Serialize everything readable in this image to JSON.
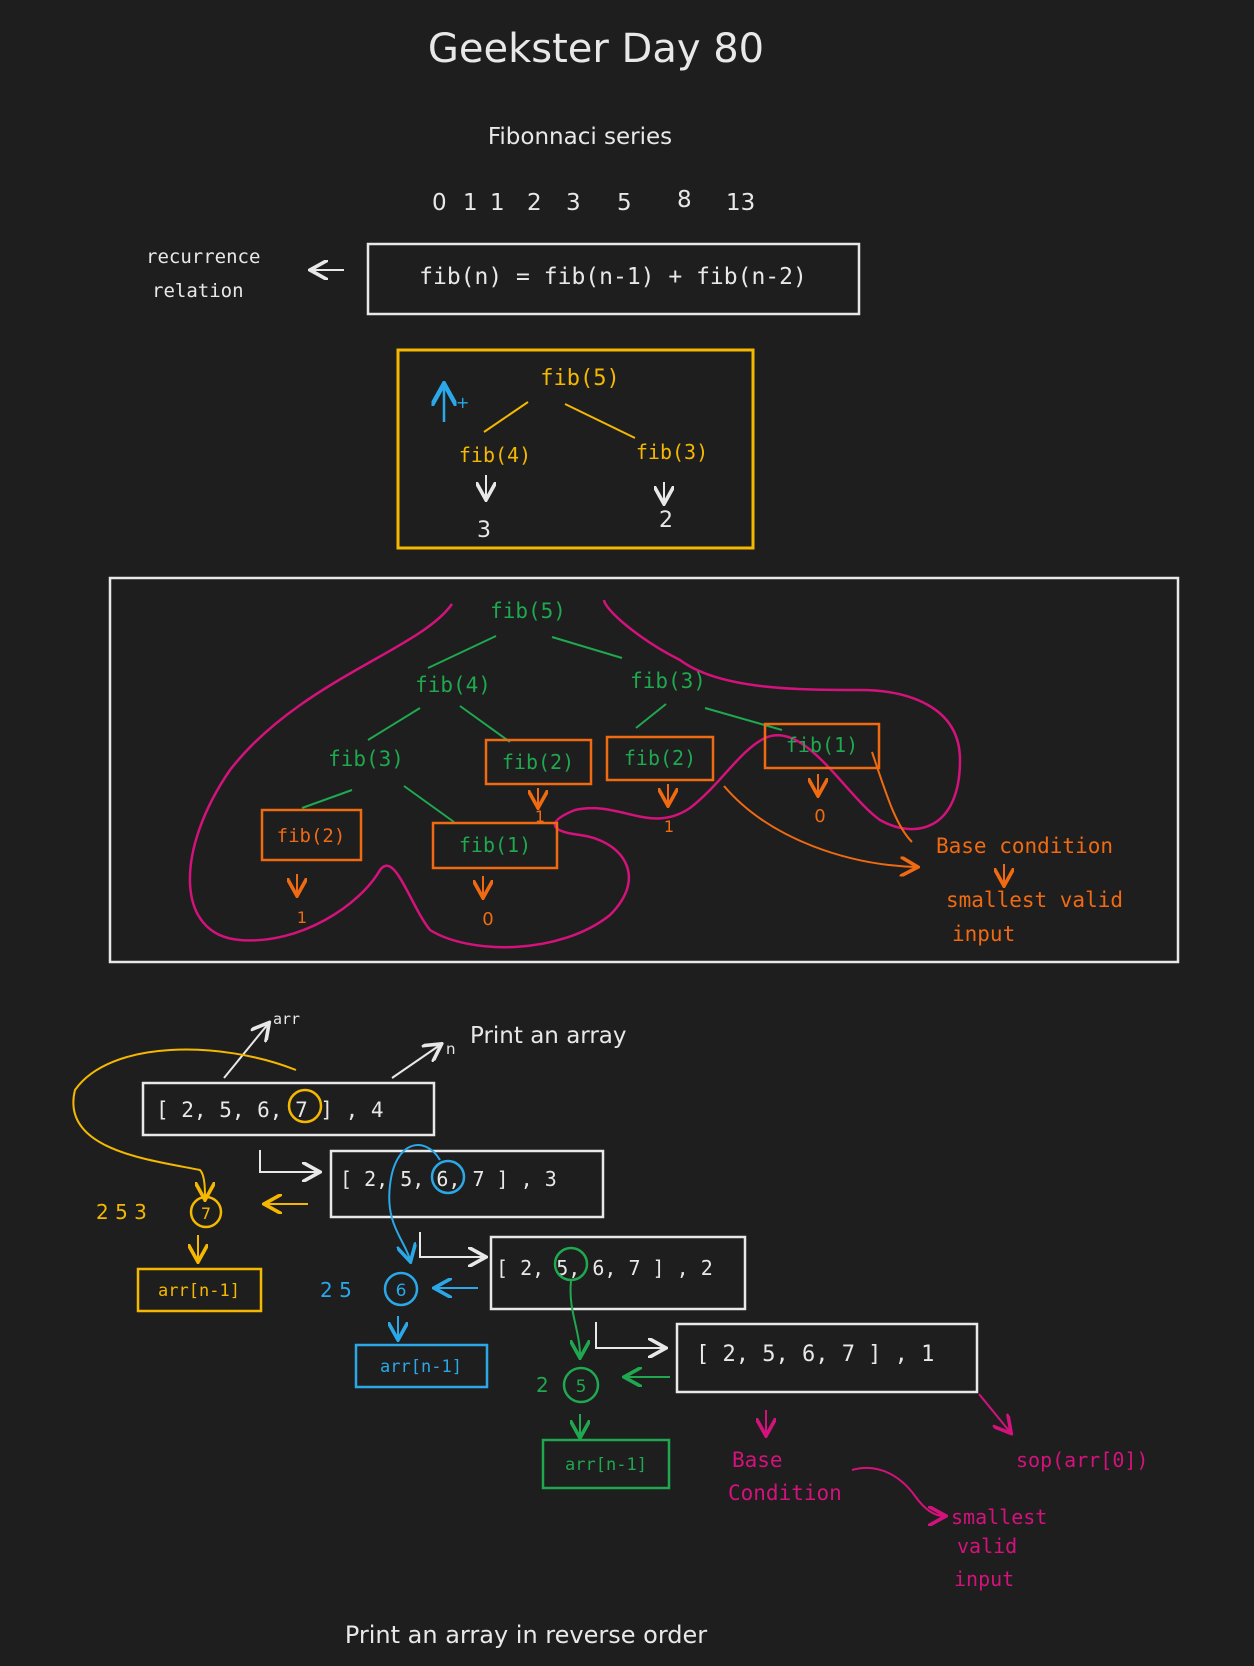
{
  "title": "Geekster Day 80",
  "fib_section": {
    "heading": "Fibonnaci series",
    "sequence": [
      "0",
      "1",
      "1",
      "2",
      "3",
      "5",
      "8",
      "13"
    ],
    "recurrence_label_line1": "recurrence",
    "recurrence_label_line2": "relation",
    "recurrence_formula": "fib(n) = fib(n-1) + fib(n-2)"
  },
  "small_tree": {
    "root": "fib(5)",
    "left": "fib(4)",
    "right": "fib(3)",
    "left_value": "3",
    "right_value": "2",
    "side_mark": "+"
  },
  "big_tree": {
    "root": "fib(5)",
    "l1_left": "fib(4)",
    "l1_right": "fib(3)",
    "l2_a": "fib(3)",
    "l2_b": "fib(2)",
    "l2_c": "fib(2)",
    "l2_d": "fib(1)",
    "l3_a": "fib(2)",
    "l3_b": "fib(1)",
    "val_l2_b": "1",
    "val_l2_c": "1",
    "val_l2_d": "0",
    "val_l3_a": "1",
    "val_l3_b": "0",
    "base_label": "Base condition",
    "smallest_label_line1": "smallest valid",
    "smallest_label_line2": "input"
  },
  "array_section": {
    "heading": "Print an array",
    "arr_label": "arr",
    "n_label": "n",
    "call1": "[ 2, 5, 6, 7 ] , 4",
    "call2": "[ 2, 5, 6, 7 ] , 3",
    "call3": "[ 2, 5, 6, 7 ] , 2",
    "call4": "[ 2, 5, 6, 7 ] , 1",
    "out1_prefix": "2 5 3",
    "out1_circle": "7",
    "out2_prefix": "2 5",
    "out2_circle": "6",
    "out3_prefix": "2",
    "out3_circle": "5",
    "print_box": "arr[n-1]",
    "base_label_line1": "Base",
    "base_label_line2": "Condition",
    "sop_label": "sop(arr[0])",
    "smallest_line1": "smallest",
    "smallest_line2": "valid",
    "smallest_line3": "input",
    "footer": "Print an array in reverse order"
  },
  "colors": {
    "background": "#1e1e1e",
    "white": "#e8e8e8",
    "yellow": "#f5b800",
    "green": "#1fa84f",
    "orange": "#f06a12",
    "magenta": "#d4127c",
    "cyan": "#2aa8e8"
  }
}
